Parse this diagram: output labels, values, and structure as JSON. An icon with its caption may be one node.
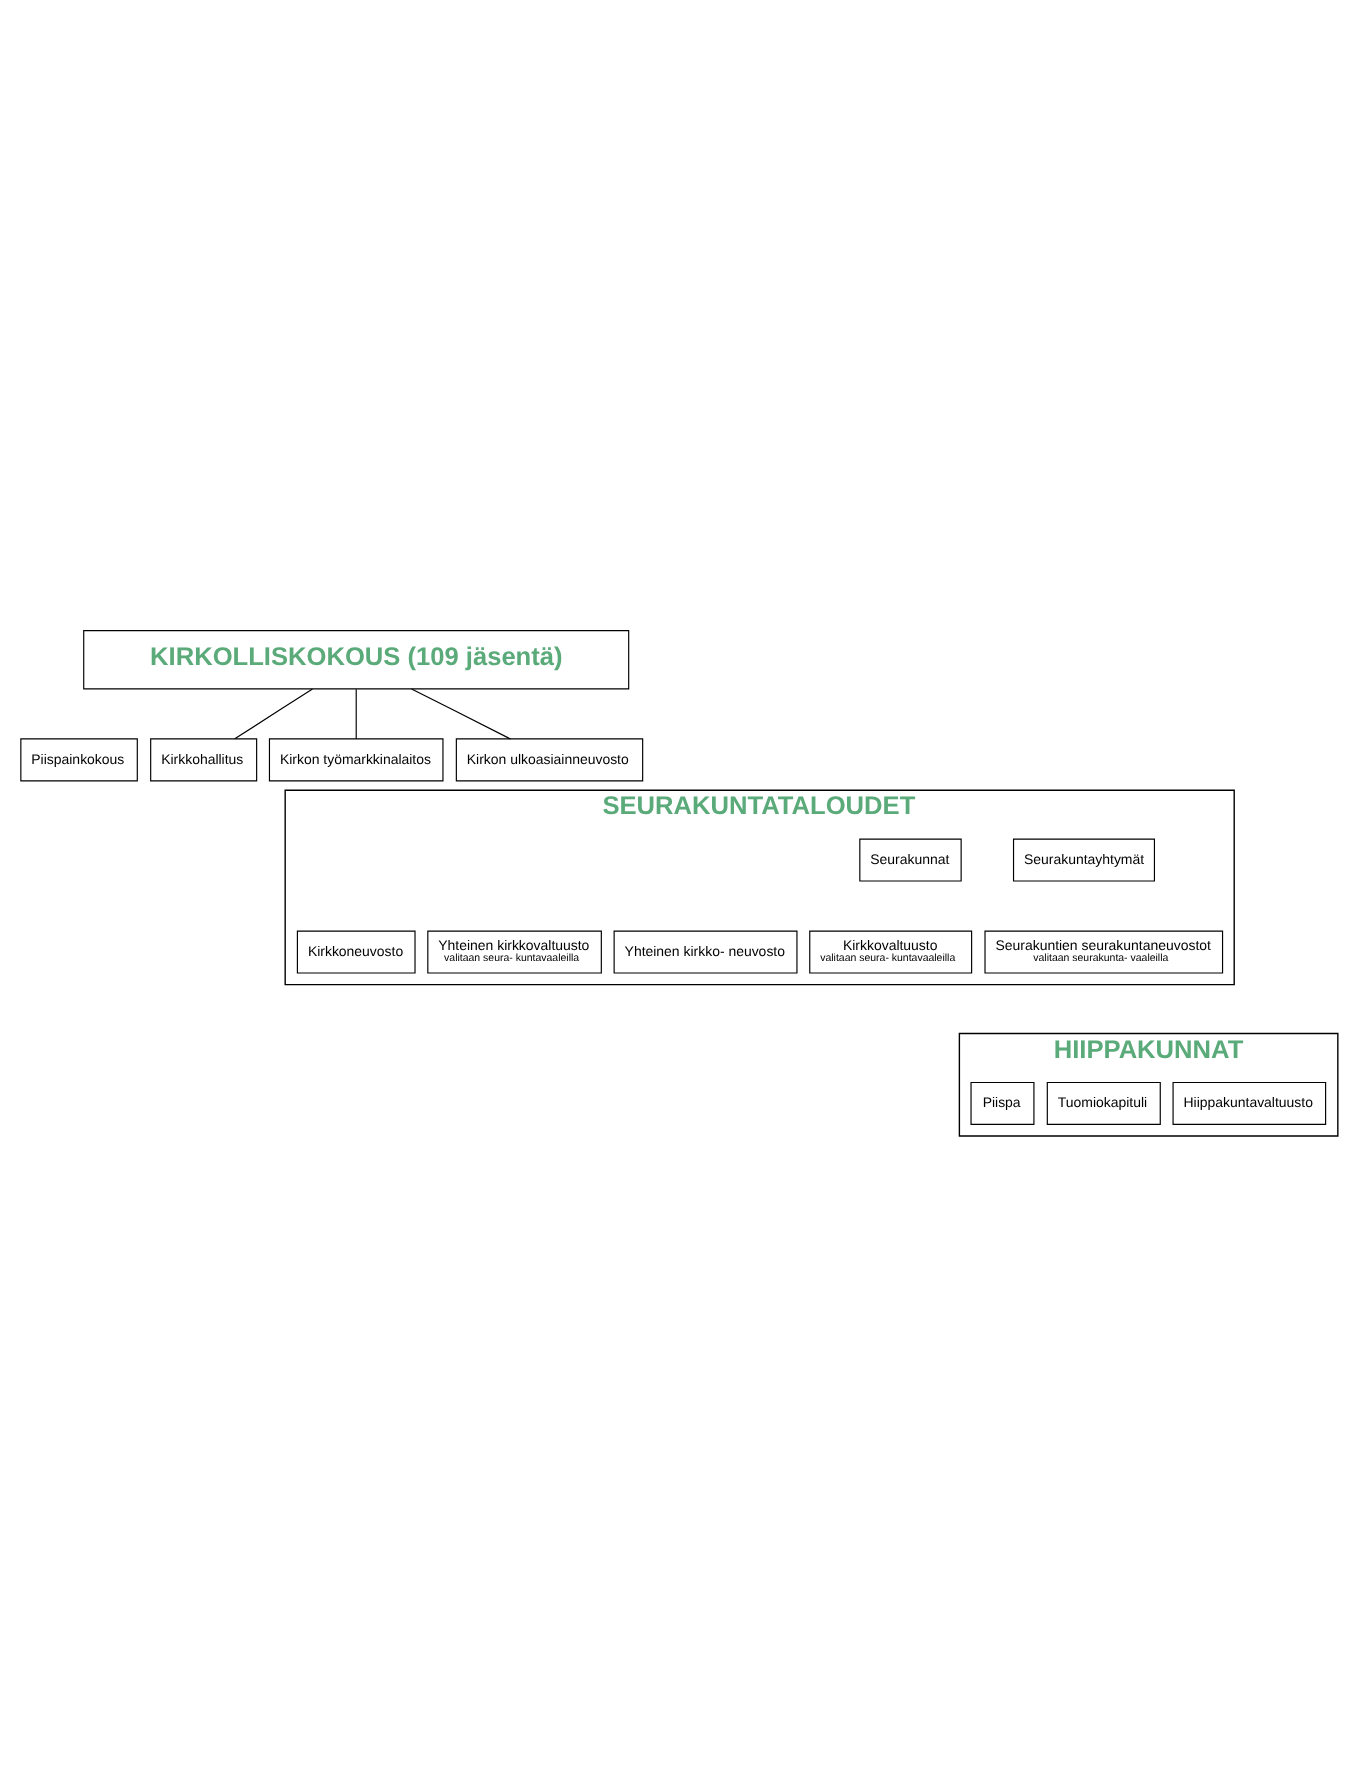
{
  "diagram": {
    "nodes": [
      {
        "text": [
          "KIRKOLLISKOKOUS (109 jäsentä)"
        ]
      },
      {
        "text": [
          "Piispainkokous"
        ]
      },
      {
        "text": [
          "Kirkkohallitus"
        ]
      },
      {
        "text": [
          "Kirkon työmarkkinalaitos"
        ]
      },
      {
        "text": [
          "Kirkon ulkoasiainneuvosto"
        ]
      },
      {
        "text": [
          "HIIPPAKUNNAT"
        ]
      },
      {
        "text": [
          "Piispa"
        ],
        "in": 5
      },
      {
        "text": [
          "Tuomiokapituli"
        ],
        "in": 5
      },
      {
        "text": [
          "Hiippakuntavaltuusto"
        ],
        "in": 5
      },
      {
        "text": [
          "SEURAKUNTATALOUDET"
        ]
      },
      {
        "text": [
          "Seurakunnat"
        ],
        "in": 9
      },
      {
        "text": [
          "Seurakuntayhtymät"
        ],
        "in": 9
      },
      {
        "text": [
          "Kirkkovaltuusto",
          "valitaan seura- kuntavaaleilla"
        ],
        "in": 9
      },
      {
        "text": [
          "Kirkkoneuvosto"
        ],
        "in": 9
      },
      {
        "text": [
          "Yhteinen kirkkovaltuusto",
          "valitaan seura- kuntavaaleilla"
        ],
        "in": 9
      },
      {
        "text": [
          "Yhteinen kirkko- neuvosto"
        ],
        "in": 9
      },
      {
        "text": [
          "Seurakuntien seurakuntaneuvostot",
          "valitaan seurakunta- vaaleilla"
        ],
        "in": 9
      }
    ],
    "edges": [
      {
        "from": 0,
        "to": 2,
        "arrow": "none"
      },
      {
        "from": 0,
        "to": 3,
        "arrow": "none"
      },
      {
        "from": 0,
        "to": 4,
        "arrow": "none"
      }
    ]
  }
}
